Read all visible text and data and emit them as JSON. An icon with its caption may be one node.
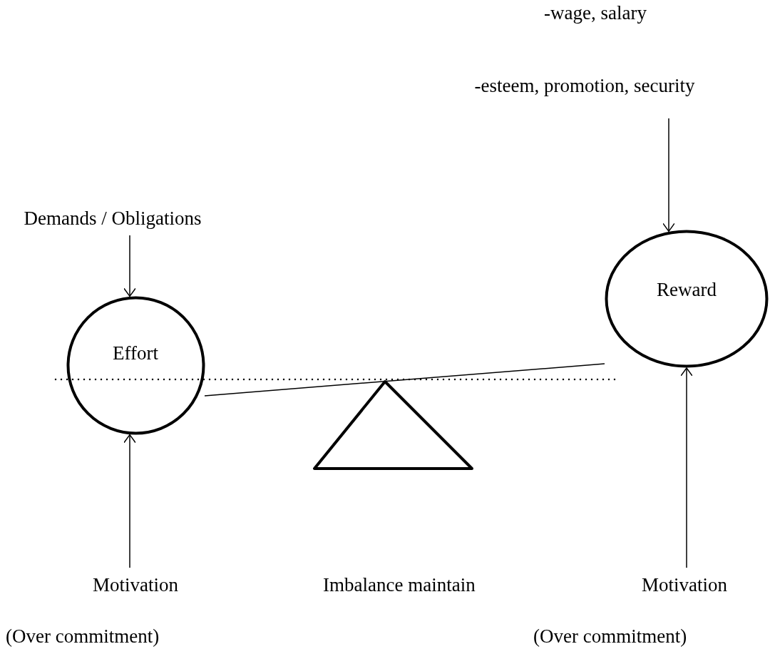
{
  "diagram": {
    "nodes": [
      {
        "text": [
          "-wage, salary",
          "-esteem, promotion, security"
        ]
      },
      {
        "text": [
          "Reward"
        ]
      },
      {
        "text": [
          "Demands / Obligations"
        ]
      },
      {
        "text": [
          "Effort"
        ]
      },
      {
        "text": [
          "Motivation"
        ],
        "beside": [
          "(Over commitment)"
        ]
      },
      {
        "text": [
          "Motivation"
        ],
        "beside": [
          "(Over commitment)"
        ]
      }
    ],
    "edges": [
      {
        "from": 0,
        "to": 1,
        "arrow": "to"
      },
      {
        "from": 2,
        "to": 3,
        "arrow": "to"
      },
      {
        "from": 4,
        "to": 3,
        "arrow": "to"
      },
      {
        "from": 5,
        "to": 1,
        "arrow": "to"
      }
    ],
    "labels": [
      "Imbalance maintain"
    ]
  }
}
